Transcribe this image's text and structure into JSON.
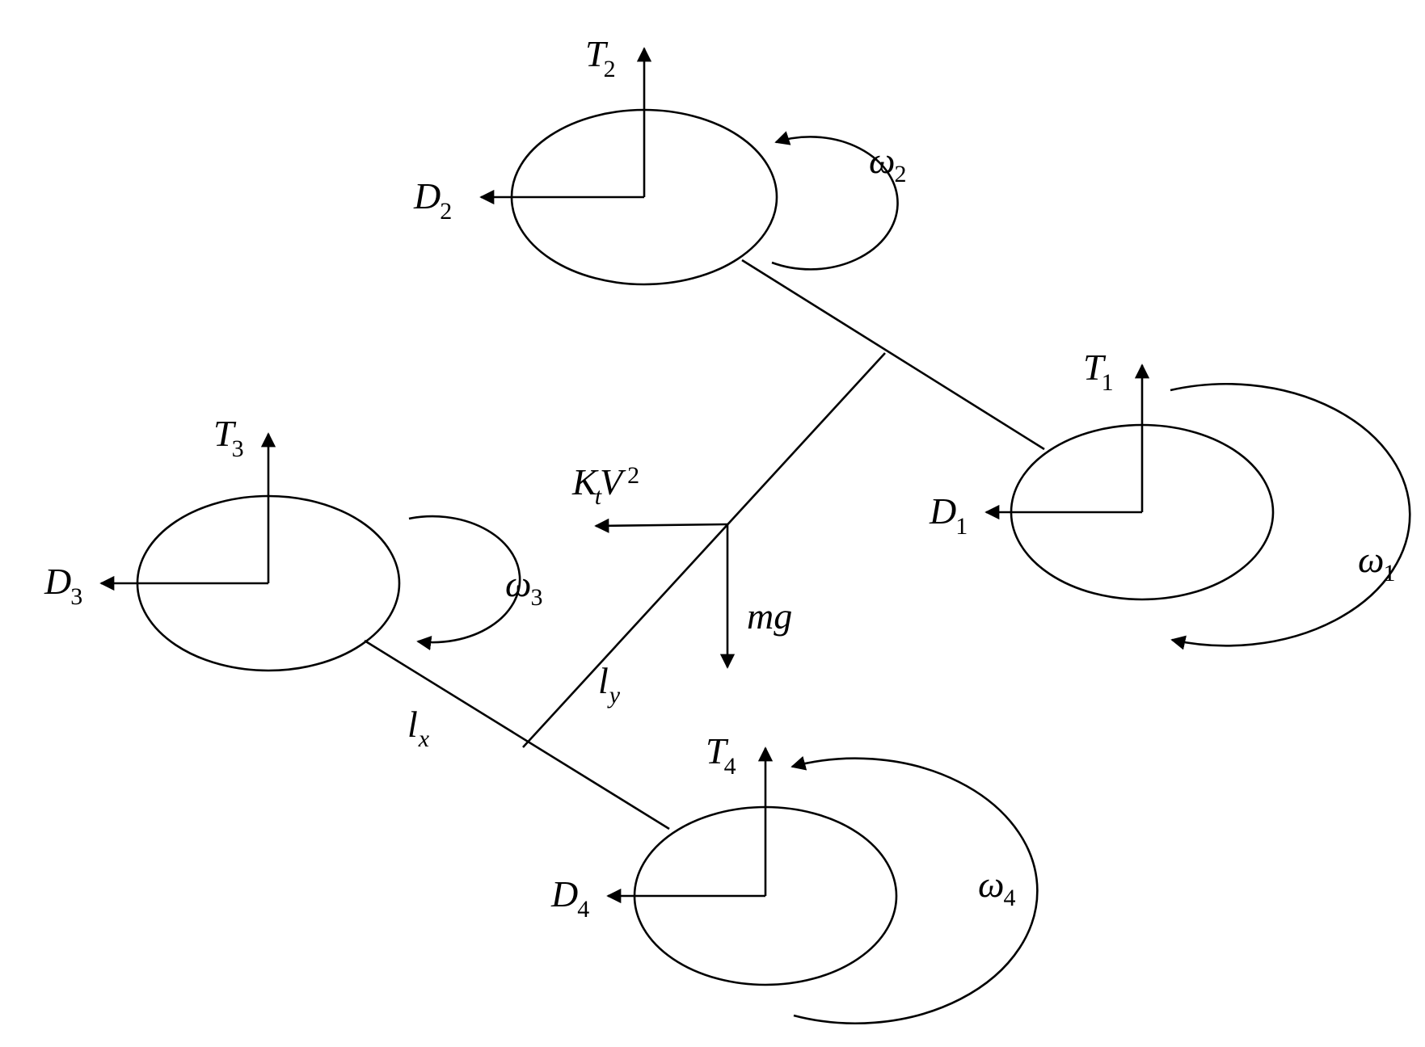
{
  "diagram": {
    "rotors": [
      {
        "id": "1",
        "thrust": {
          "base": "T",
          "sub": "1"
        },
        "drag": {
          "base": "D",
          "sub": "1"
        },
        "spin": {
          "base": "ω",
          "sub": "1"
        }
      },
      {
        "id": "2",
        "thrust": {
          "base": "T",
          "sub": "2"
        },
        "drag": {
          "base": "D",
          "sub": "2"
        },
        "spin": {
          "base": "ω",
          "sub": "2"
        }
      },
      {
        "id": "3",
        "thrust": {
          "base": "T",
          "sub": "3"
        },
        "drag": {
          "base": "D",
          "sub": "3"
        },
        "spin": {
          "base": "ω",
          "sub": "3"
        }
      },
      {
        "id": "4",
        "thrust": {
          "base": "T",
          "sub": "4"
        },
        "drag": {
          "base": "D",
          "sub": "4"
        },
        "spin": {
          "base": "ω",
          "sub": "4"
        }
      }
    ],
    "center_forces": {
      "aero_drag": {
        "k": "K",
        "k_sub": "t",
        "v": "V",
        "v_sup": "2"
      },
      "weight": "mg"
    },
    "arm_lengths": {
      "x": {
        "base": "l",
        "sub": "x"
      },
      "y": {
        "base": "l",
        "sub": "y"
      }
    }
  }
}
